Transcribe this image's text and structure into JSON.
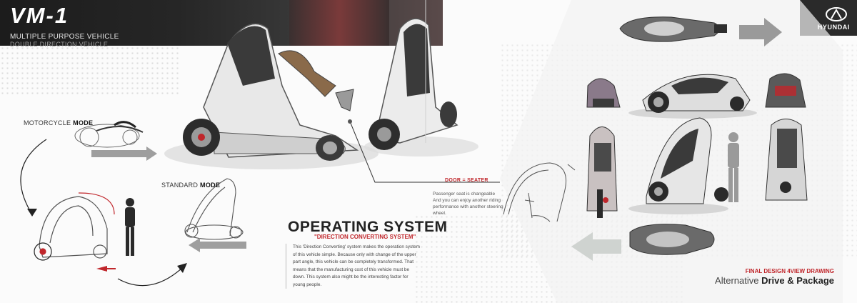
{
  "header": {
    "title": "VM-1",
    "subtitle": "MULTIPLE PURPOSE VEHICLE",
    "subtitle2": "DOUBLE DIRECTION VEHICLE"
  },
  "brand": {
    "name": "HYUNDAI",
    "red": "#c0262b"
  },
  "modes": {
    "motorcycle_prefix": "MOTORCYCLE ",
    "motorcycle_strong": "MODE",
    "standard_prefix": "STANDARD ",
    "standard_strong": "MODE"
  },
  "operating": {
    "title": "OPERATING SYSTEM",
    "subtitle": "\"DIRECTION CONVERTING SYSTEM\"",
    "body": "This 'Direction Converting' system makes the operation system of this vehicle simple. Because only with change of the upper part angle, this vehicle can be completely transformed. That means that the manufacturing cost of this vehicle must be down. This system also might be the interesting factor for young people."
  },
  "door": {
    "label": "DOOR = SEATER",
    "body": "Passenger seat is changeable And you can enjoy another riding performance with another steering wheel."
  },
  "footer": {
    "final": "FINAL DESIGN 4VIEW DRAWING",
    "alt_prefix": "Alternative ",
    "alt_strong": "Drive & Package"
  }
}
